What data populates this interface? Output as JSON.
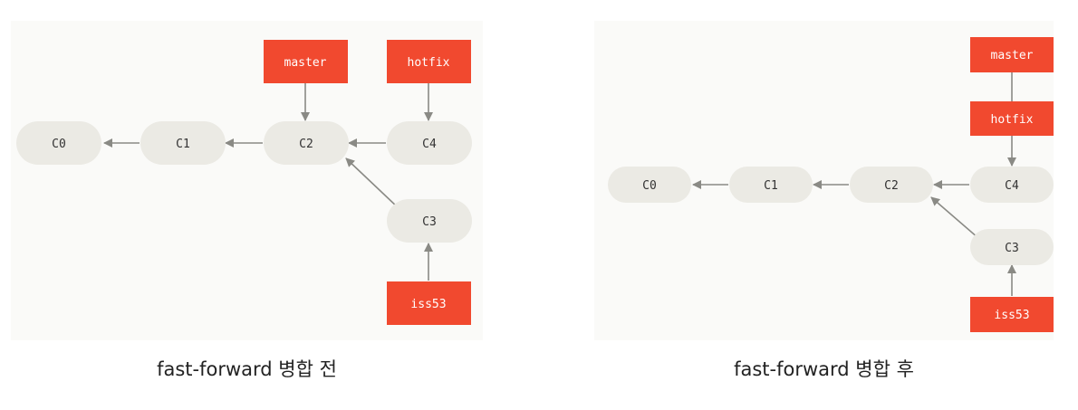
{
  "diagrams": [
    {
      "commits": [
        "C0",
        "C1",
        "C2",
        "C4",
        "C3"
      ],
      "refs": [
        "master",
        "hotfix",
        "iss53"
      ],
      "caption": "fast-forward 병합 전"
    },
    {
      "commits": [
        "C0",
        "C1",
        "C2",
        "C4",
        "C3"
      ],
      "refs": [
        "master",
        "hotfix",
        "iss53"
      ],
      "caption": "fast-forward 병합 후"
    }
  ],
  "colors": {
    "panel_bg": "#fafaf8",
    "commit_fill": "#ebeae4",
    "ref_fill": "#f1492f",
    "edge": "#8a8a85"
  }
}
